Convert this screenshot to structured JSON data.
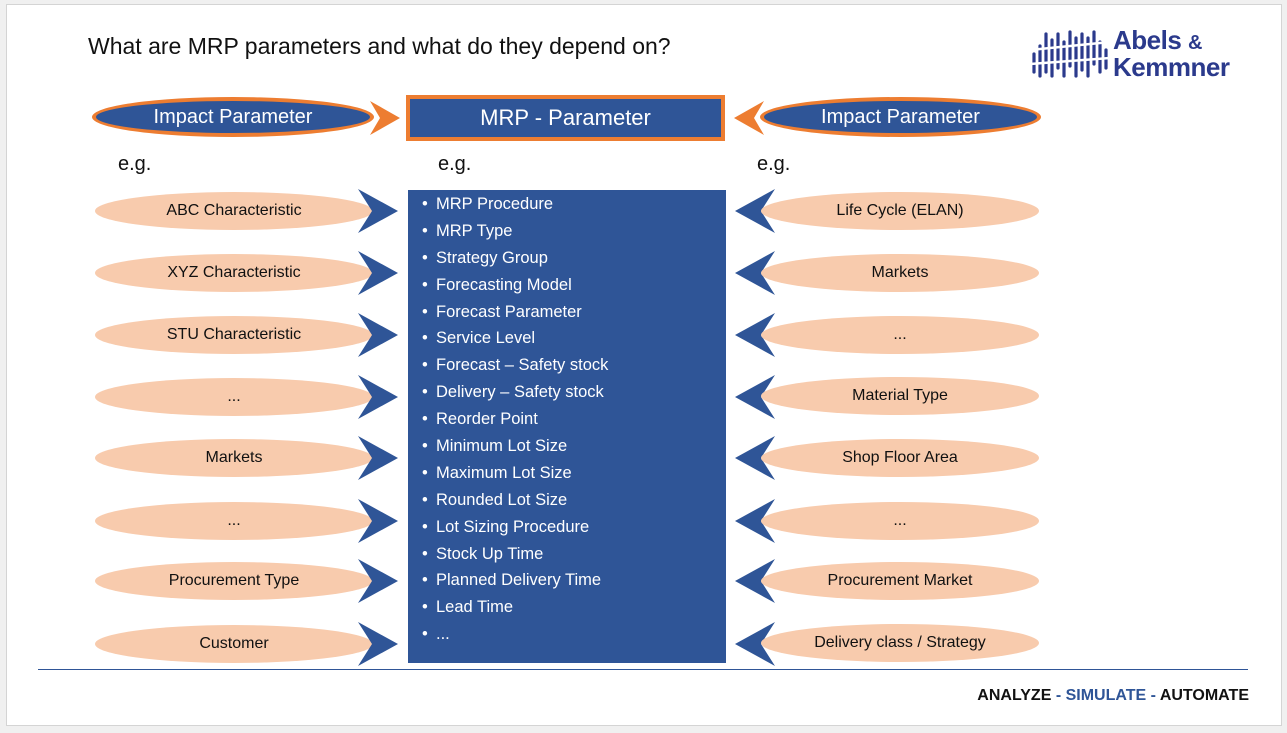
{
  "title": "What are MRP parameters and what do they depend on?",
  "logo": {
    "line1": "Abels",
    "amp": "&",
    "line2": "Kemmner"
  },
  "impact_left": "Impact Parameter",
  "impact_right": "Impact Parameter",
  "mrp_header": "MRP - Parameter",
  "eg_labels": [
    "e.g.",
    "e.g.",
    "e.g."
  ],
  "left_items": [
    "ABC Characteristic",
    "XYZ Characteristic",
    "STU Characteristic",
    "...",
    "Markets",
    "...",
    "Procurement Type",
    "Customer"
  ],
  "right_items": [
    "Life Cycle (ELAN)",
    "Markets",
    "...",
    "Material Type",
    "Shop Floor Area",
    "...",
    "Procurement Market",
    "Delivery class / Strategy"
  ],
  "mrp_list": [
    "MRP Procedure",
    "MRP Type",
    "Strategy Group",
    "Forecasting Model",
    "Forecast Parameter",
    "Service Level",
    "Forecast – Safety stock",
    "Delivery – Safety stock",
    "Reorder Point",
    "Minimum Lot Size",
    "Maximum Lot Size",
    "Rounded Lot Size",
    "Lot Sizing Procedure",
    "Stock Up Time",
    "Planned Delivery Time",
    "Lead Time",
    "..."
  ],
  "tagline": {
    "analyze": "ANALYZE",
    "sep1": " - ",
    "simulate": "SIMULATE",
    "sep2": " - ",
    "automate": "AUTOMATE"
  },
  "colors": {
    "navy": "#2f5597",
    "orange": "#ed7d31",
    "peach": "#f8cbad",
    "brand": "#2b3a8c"
  }
}
